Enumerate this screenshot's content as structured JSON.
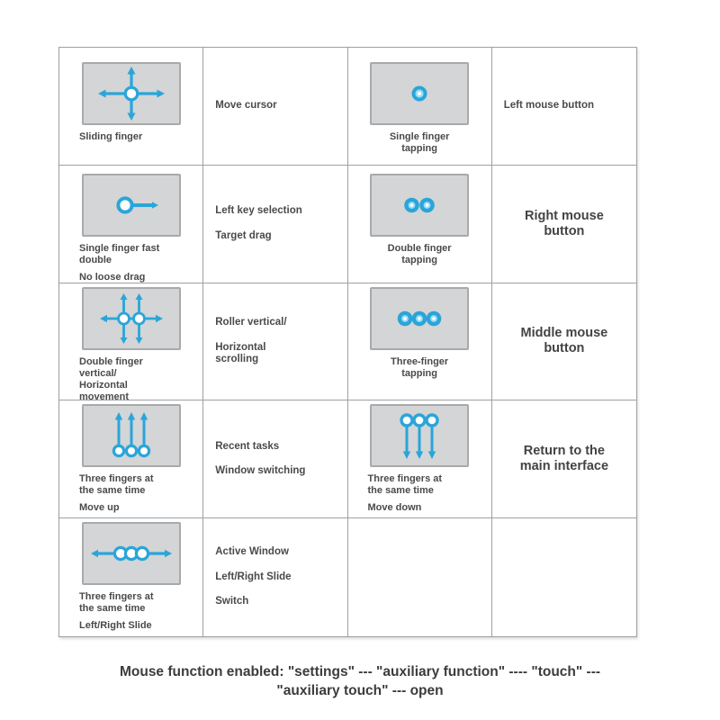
{
  "colors": {
    "accent_blue": "#2AA5D9",
    "pad_fill": "#D3D5D6",
    "grid_line": "#9DA0A2"
  },
  "rows": [
    {
      "gl": {
        "icon": "sliding-cross-icon",
        "label": "Sliding finger"
      },
      "fl": {
        "p1": "Move cursor"
      },
      "gr": {
        "icon": "single-finger-tap-icon",
        "label": "Single finger\ntapping"
      },
      "fr": {
        "p1": "Left mouse button"
      }
    },
    {
      "gl": {
        "icon": "single-finger-fast-double-icon",
        "label": "Single finger fast\ndouble",
        "sublabel": "No loose drag"
      },
      "fl": {
        "p1": "Left key selection",
        "p2": "Target drag"
      },
      "gr": {
        "icon": "double-finger-tap-icon",
        "label": "Double finger\ntapping"
      },
      "fr": {
        "p1": "Right mouse\nbutton"
      }
    },
    {
      "gl": {
        "icon": "double-finger-move-icon",
        "label": "Double finger\nvertical/\nHorizontal\nmovement"
      },
      "fl": {
        "p1": "Roller vertical/",
        "p2": "Horizontal\nscrolling"
      },
      "gr": {
        "icon": "three-finger-tap-icon",
        "label": "Three-finger\ntapping"
      },
      "fr": {
        "p1": "Middle mouse\nbutton"
      }
    },
    {
      "gl": {
        "icon": "three-finger-up-icon",
        "label": "Three fingers at\nthe same time",
        "sublabel": "Move up"
      },
      "fl": {
        "p1": "Recent tasks",
        "p2": "Window switching"
      },
      "gr": {
        "icon": "three-finger-down-icon",
        "label": "Three fingers at\nthe same time",
        "sublabel": "Move down"
      },
      "fr": {
        "p1": "Return to the\nmain interface"
      }
    },
    {
      "gl": {
        "icon": "three-finger-slide-icon",
        "label": "Three fingers at\nthe same time",
        "sublabel": "Left/Right Slide"
      },
      "fl": {
        "p1": "Active Window",
        "p2": "Left/Right Slide",
        "p3": "Switch"
      }
    }
  ],
  "footer": {
    "line1": "Mouse function enabled: \"settings\" --- \"auxiliary function\" ---- \"touch\" ---",
    "line2": "\"auxiliary touch\" --- open"
  }
}
